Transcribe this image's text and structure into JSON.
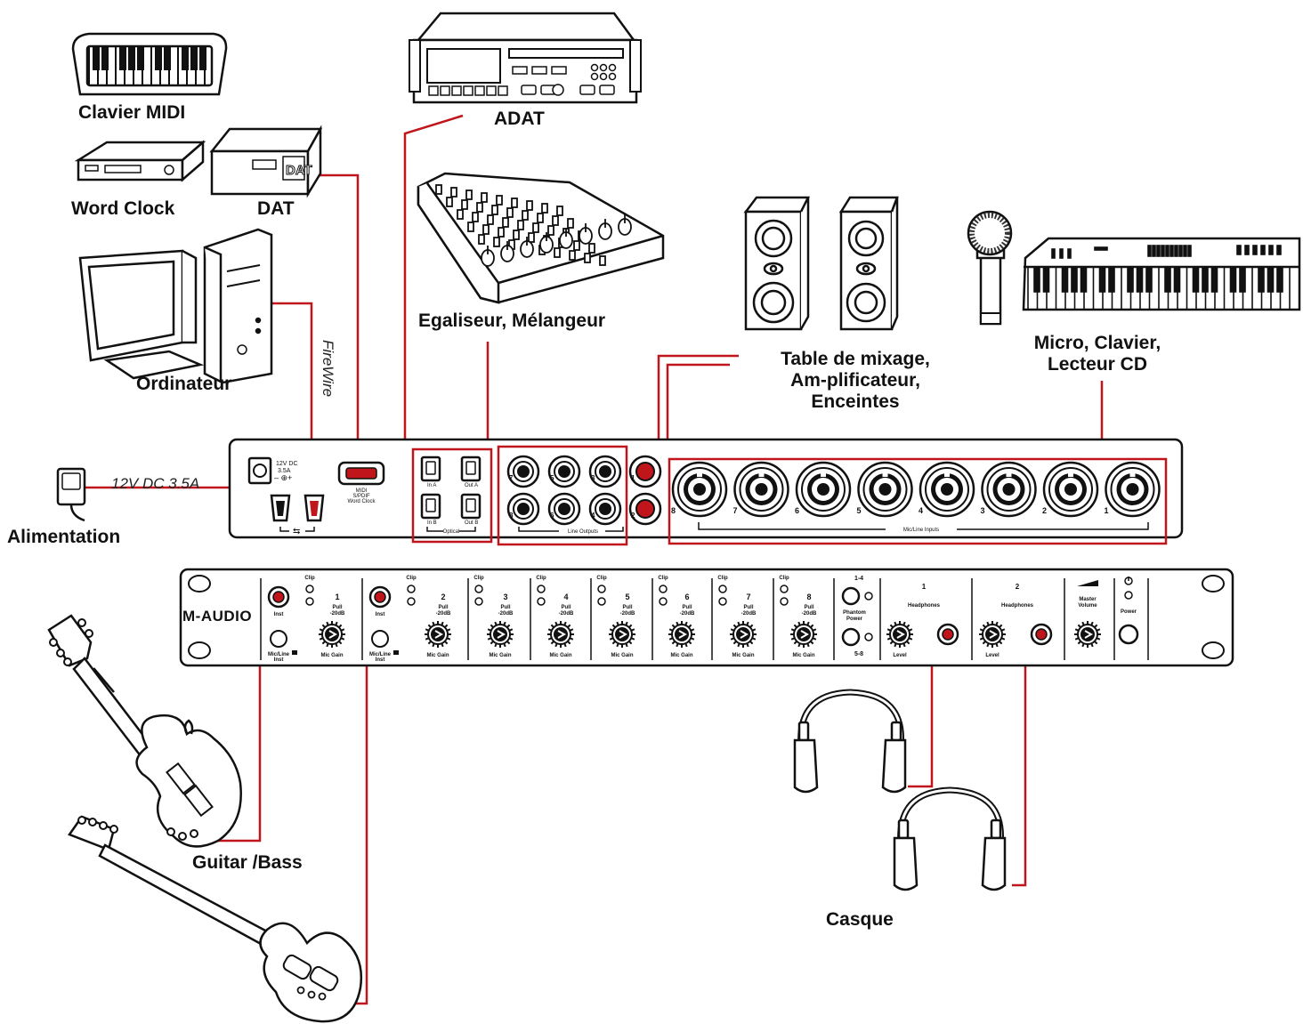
{
  "labels": {
    "midi_keyboard": "Clavier MIDI",
    "word_clock": "Word Clock",
    "dat": "DAT",
    "computer": "Ordinateur",
    "adat": "ADAT",
    "eq_mixer": "Egaliseur, Mélangeur",
    "mixing_table": [
      "Table de mixage,",
      "Am-plificateur,",
      "Enceintes"
    ],
    "mic_keyboard_cd": [
      "Micro, Clavier,",
      "Lecteur CD"
    ],
    "power_supply": "Alimentation",
    "guitar_bass": "Guitar /Bass",
    "headphones": "Casque",
    "firewire": "FireWire",
    "dc_spec": "12V DC 3.5A",
    "dat_badge": "DAT"
  },
  "rear_panel": {
    "dc_label": [
      "12V DC",
      "3.5A"
    ],
    "midi_label": [
      "MIDI",
      "S/PDIF",
      "Word Clock"
    ],
    "optical": {
      "ports": [
        "In A",
        "Out A",
        "In B",
        "Out B"
      ],
      "group": "Optical"
    },
    "line_outputs": {
      "top": [
        "7",
        "5",
        "3",
        "1"
      ],
      "bottom": [
        "8",
        "6",
        "4",
        "2"
      ],
      "group": "Line Outputs"
    },
    "mic_line_inputs": {
      "numbers": [
        "8",
        "7",
        "6",
        "5",
        "4",
        "3",
        "2",
        "1"
      ],
      "group": "Mic/Line Inputs"
    }
  },
  "front_panel": {
    "brand": "M-AUDIO",
    "channels": [
      {
        "num": "1",
        "clip": "Clip",
        "pull": [
          "Pull",
          "-20dB"
        ],
        "gain": "Mic Gain",
        "inst": "Inst",
        "switch": [
          "Mic/Line",
          "Inst"
        ]
      },
      {
        "num": "2",
        "clip": "Clip",
        "pull": [
          "Pull",
          "-20dB"
        ],
        "gain": "Mic Gain",
        "inst": "Inst",
        "switch": [
          "Mic/Line",
          "Inst"
        ]
      },
      {
        "num": "3",
        "clip": "Clip",
        "pull": [
          "Pull",
          "-20dB"
        ],
        "gain": "Mic Gain"
      },
      {
        "num": "4",
        "clip": "Clip",
        "pull": [
          "Pull",
          "-20dB"
        ],
        "gain": "Mic Gain"
      },
      {
        "num": "5",
        "clip": "Clip",
        "pull": [
          "Pull",
          "-20dB"
        ],
        "gain": "Mic Gain"
      },
      {
        "num": "6",
        "clip": "Clip",
        "pull": [
          "Pull",
          "-20dB"
        ],
        "gain": "Mic Gain"
      },
      {
        "num": "7",
        "clip": "Clip",
        "pull": [
          "Pull",
          "-20dB"
        ],
        "gain": "Mic Gain"
      },
      {
        "num": "8",
        "clip": "Clip",
        "pull": [
          "Pull",
          "-20dB"
        ],
        "gain": "Mic Gain"
      }
    ],
    "phantom": {
      "top": "1-4",
      "label": [
        "Phantom",
        "Power"
      ],
      "bottom": "5-8"
    },
    "headphones": [
      {
        "num": "1",
        "label": "Headphones",
        "level": "Level"
      },
      {
        "num": "2",
        "label": "Headphones",
        "level": "Level"
      }
    ],
    "master": [
      "Master",
      "Volume"
    ],
    "power": "Power"
  },
  "colors": {
    "connection": "#c0151b",
    "outline": "#111111",
    "fill": "#ffffff"
  }
}
